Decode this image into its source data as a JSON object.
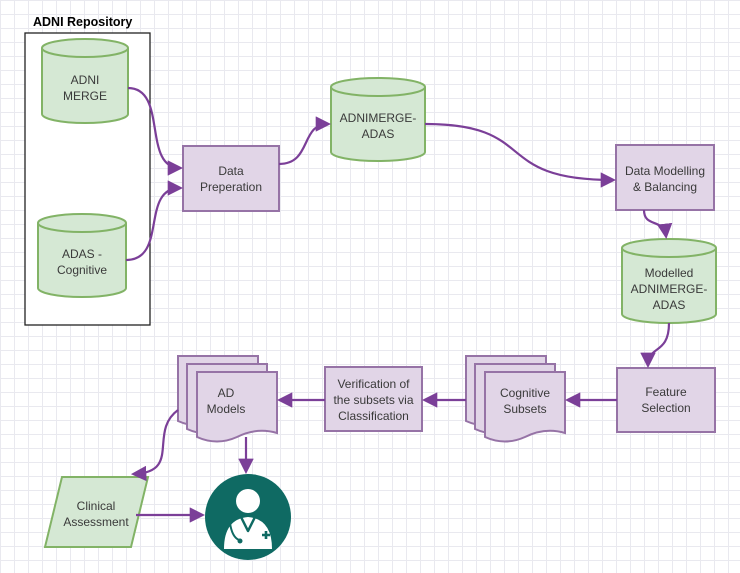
{
  "diagram": {
    "repository_label": "ADNI Repository",
    "nodes": {
      "adni_merge": {
        "line1": "ADNI",
        "line2": "MERGE"
      },
      "adas_cognitive": {
        "line1": "ADAS -",
        "line2": "Cognitive"
      },
      "data_preparation": {
        "line1": "Data",
        "line2": "Preperation"
      },
      "adnimerge_adas": {
        "line1": "ADNIMERGE-",
        "line2": "ADAS"
      },
      "data_modelling": {
        "line1": "Data Modelling",
        "line2": "& Balancing"
      },
      "modelled_adnimerge": {
        "line1": "Modelled",
        "line2": "ADNIMERGE-",
        "line3": "ADAS"
      },
      "feature_selection": {
        "line1": "Feature",
        "line2": "Selection"
      },
      "cognitive_subsets": {
        "line1": "Cognitive",
        "line2": "Subsets"
      },
      "verification": {
        "line1": "Verification of",
        "line2": "the subsets via",
        "line3": "Classification"
      },
      "ad_models": {
        "line1": "AD",
        "line2": "Models"
      },
      "clinical_assessment": {
        "line1": "Clinical",
        "line2": "Assessment"
      }
    },
    "icons": {
      "doctor": "doctor-icon"
    },
    "colors": {
      "db_fill": "#d5e8d4",
      "db_stroke": "#82b366",
      "process_fill": "#e1d5e7",
      "process_stroke": "#9673a6",
      "arrow": "#7b3f98",
      "doctor_bg": "#0f6a63"
    }
  }
}
